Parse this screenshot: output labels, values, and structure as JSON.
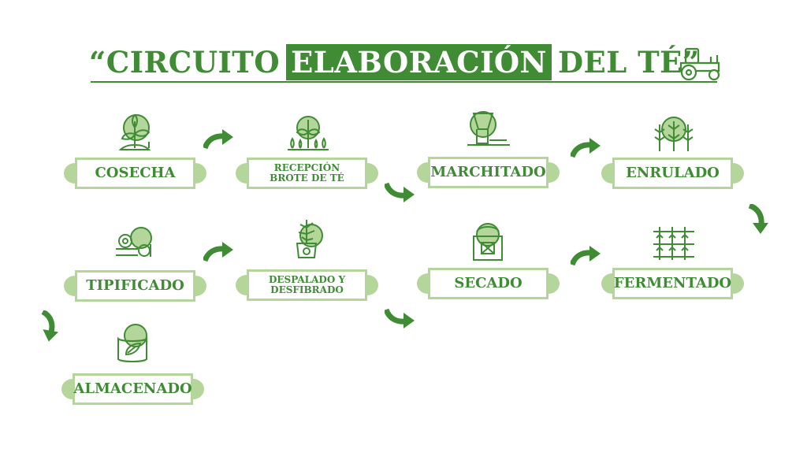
{
  "title": {
    "part1": "“CIRCUITO",
    "highlight": "ELABORACIÓN",
    "part2": "DEL TÉ”"
  },
  "colors": {
    "dark_green": "#3f8c35",
    "light_green": "#b5d69a"
  },
  "steps": [
    {
      "label": "COSECHA",
      "icon": "sprout-icon"
    },
    {
      "label": "RECEPCIÓN BROTE DE TÉ",
      "icon": "plant-row-icon"
    },
    {
      "label": "MARCHITADO",
      "icon": "wither-machine-icon"
    },
    {
      "label": "ENRULADO",
      "icon": "leaves-icon"
    },
    {
      "label": "FERMENTADO",
      "icon": "crop-field-icon"
    },
    {
      "label": "SECADO",
      "icon": "dryer-icon"
    },
    {
      "label": "DESPALADO Y DESFIBRADO",
      "icon": "plant-vase-icon"
    },
    {
      "label": "TIPIFICADO",
      "icon": "bales-icon"
    },
    {
      "label": "ALMACENADO",
      "icon": "sack-icon"
    }
  ]
}
